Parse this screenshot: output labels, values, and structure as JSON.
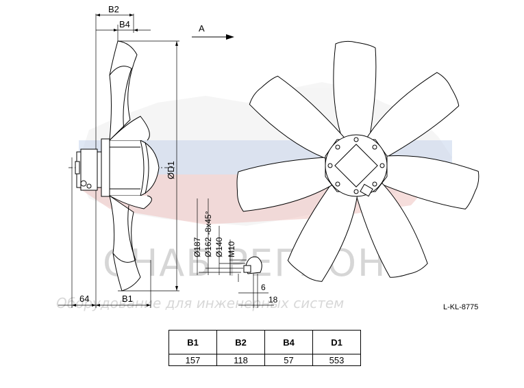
{
  "dims": {
    "b2": "B2",
    "b4": "B4",
    "b1": "B1",
    "w64": "64",
    "d1": "ØD1",
    "view_arrow": "A",
    "d187": "Ø187",
    "d162": "Ø162 -8x45°",
    "d140": "Ø140",
    "m10": "M10",
    "w6": "6",
    "w18": "18"
  },
  "reference": "L-KL-8775",
  "watermark": {
    "brand": "СНАБ РЕГИОН",
    "tagline": "Оборудование для инженерных систем"
  },
  "colors": {
    "line": "#000000",
    "blade_fill": "#ffffff",
    "flag_blue": "#9fb6dc",
    "flag_red": "#e29a96",
    "watermark_grey": "#d6d6d6"
  },
  "table": {
    "headers": [
      "B1",
      "B2",
      "B4",
      "D1"
    ],
    "values": [
      "157",
      "118",
      "57",
      "553"
    ]
  }
}
